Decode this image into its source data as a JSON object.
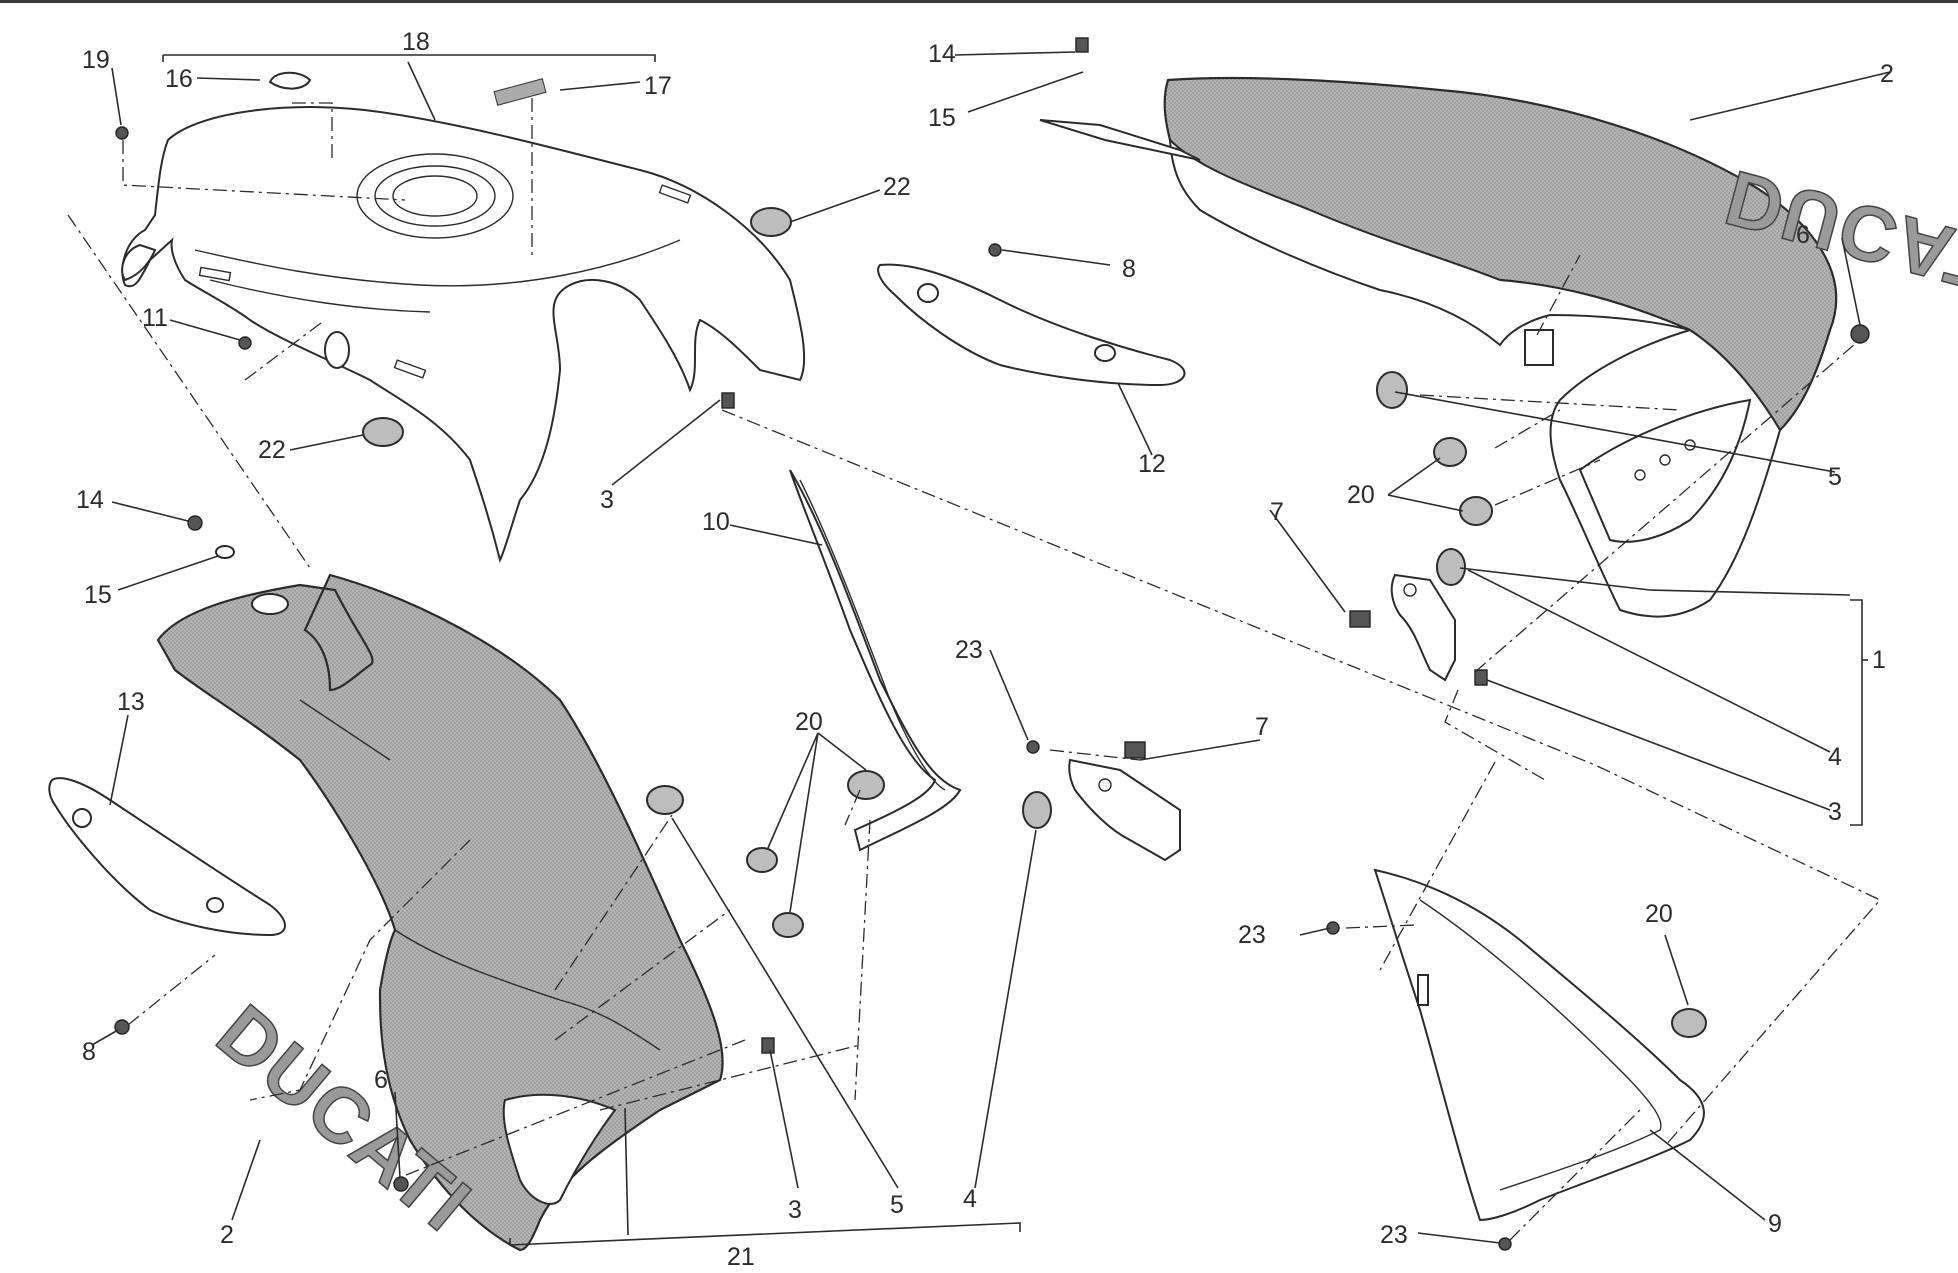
{
  "callouts": {
    "c1": "1",
    "c2_top": "2",
    "c2_bottom": "2",
    "c3_top": "3",
    "c3_right": "3",
    "c3_bottom": "3",
    "c4_right": "4",
    "c4_bottom": "4",
    "c5_right": "5",
    "c5_bottom": "5",
    "c6_left": "6",
    "c6_right": "6",
    "c7_left": "7",
    "c7_right": "7",
    "c8_left": "8",
    "c8_top": "8",
    "c9": "9",
    "c10": "10",
    "c11": "11",
    "c12": "12",
    "c13": "13",
    "c14_top": "14",
    "c14_left": "14",
    "c15_top": "15",
    "c15_left": "15",
    "c16": "16",
    "c17": "17",
    "c18": "18",
    "c19": "19",
    "c20_left": "20",
    "c20_mid": "20",
    "c20_right": "20",
    "c21": "21",
    "c22_top": "22",
    "c22_left": "22",
    "c23_mid": "23",
    "c23_right_top": "23",
    "c23_right_bottom": "23"
  },
  "brand": {
    "logo_left": "DUCATI",
    "logo_right": "DUCATI"
  },
  "colors": {
    "line": "#2b2b2b",
    "panel_fill": "#a9a9a9",
    "background": "#ffffff"
  }
}
